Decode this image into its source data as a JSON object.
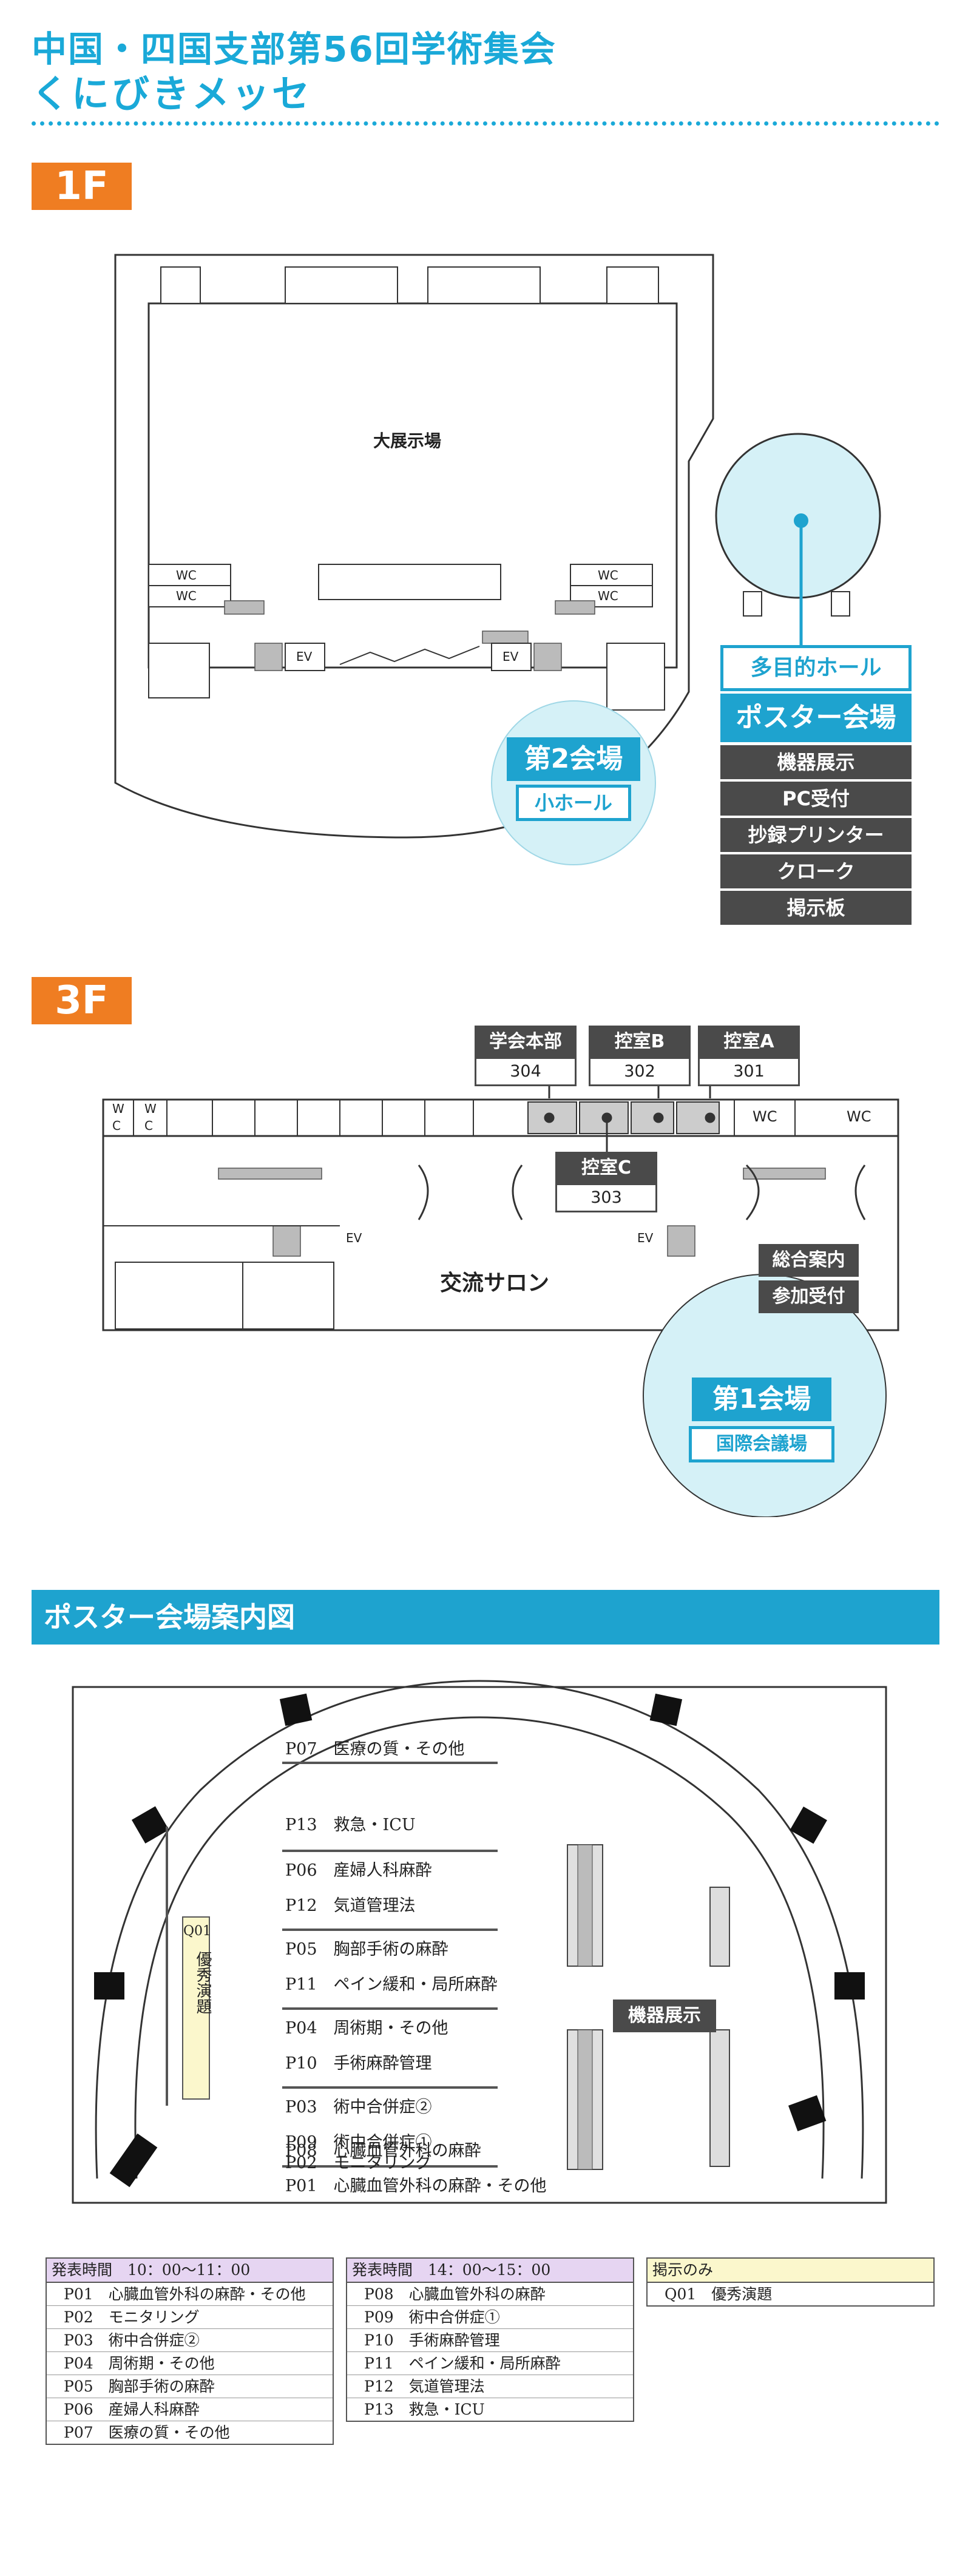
{
  "header": {
    "line1": "中国・四国支部第56回学術集会",
    "line2": "くにびきメッセ"
  },
  "floor1": {
    "badge": "1F",
    "main_hall": "大展示場",
    "wc": "WC",
    "ev": "EV",
    "multi_hall": "多目的ホール",
    "poster_venue": "ポスター会場",
    "services": [
      "機器展示",
      "PC受付",
      "抄録プリンター",
      "クローク",
      "掲示板"
    ],
    "venue2_title": "第2会場",
    "venue2_sub": "小ホール"
  },
  "floor3": {
    "badge": "3F",
    "rooms": [
      {
        "name": "学会本部",
        "number": "304"
      },
      {
        "name": "控室B",
        "number": "302"
      },
      {
        "name": "控室A",
        "number": "301"
      },
      {
        "name": "控室C",
        "number": "303"
      }
    ],
    "wc": "WC",
    "wc_v1": "W",
    "wc_v2": "C",
    "ev": "EV",
    "salon": "交流サロン",
    "info": "総合案内",
    "reception": "参加受付",
    "venue1_title": "第1会場",
    "venue1_sub": "国際会議場"
  },
  "poster_map": {
    "section_title": "ポスター会場案内図",
    "equipment": "機器展示",
    "award_code": "Q01",
    "award_name": "優秀演題",
    "rows": [
      [
        "P07　医療の質・その他"
      ],
      [
        "P13　救急・ICU",
        "P06　産婦人科麻酔"
      ],
      [
        "P12　気道管理法",
        "P05　胸部手術の麻酔"
      ],
      [
        "P11　ペイン緩和・局所麻酔",
        "P04　周術期・その他"
      ],
      [
        "P10　手術麻酔管理",
        "P03　術中合併症②"
      ],
      [
        "P09　術中合併症①",
        "P02　モニタリング"
      ],
      [
        "P08　心臓血管外科の麻酔",
        "P01　心臓血管外科の麻酔・その他"
      ]
    ]
  },
  "legend": {
    "am": {
      "header": "発表時間　10：00〜11：00",
      "items": [
        "P01　心臓血管外科の麻酔・その他",
        "P02　モニタリング",
        "P03　術中合併症②",
        "P04　周術期・その他",
        "P05　胸部手術の麻酔",
        "P06　産婦人科麻酔",
        "P07　医療の質・その他"
      ]
    },
    "pm": {
      "header": "発表時間　14：00〜15：00",
      "items": [
        "P08　心臓血管外科の麻酔",
        "P09　術中合併症①",
        "P10　手術麻酔管理",
        "P11　ペイン緩和・局所麻酔",
        "P12　気道管理法",
        "P13　救急・ICU"
      ]
    },
    "notice": {
      "header": "掲示のみ",
      "items": [
        "Q01　優秀演題"
      ]
    }
  },
  "colors": {
    "accent": "#1aa9d8",
    "floor_badge": "#ef7d22",
    "dark_label": "#4a4a4a",
    "circle_fill": "#d5f1f7",
    "legend_am": "#e6d5f2",
    "legend_pm": "#e6d5f2",
    "legend_notice": "#fbf7cc"
  }
}
